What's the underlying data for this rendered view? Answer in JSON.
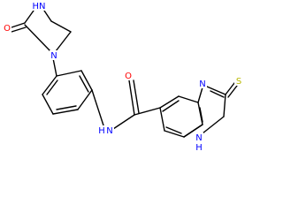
{
  "atom_labels": {
    "o_urea": "O",
    "nh_ring": "HN",
    "n_ring": "N",
    "nh_amide": "N",
    "h_amide": "H",
    "o_amide": "O",
    "n1": "N",
    "s": "S",
    "n3": "N",
    "h3": "H"
  },
  "colors": {
    "bond": "#000000",
    "nitrogen": "#0000ff",
    "oxygen": "#ff0000",
    "sulfur": "#b8b800",
    "background": "#ffffff"
  }
}
